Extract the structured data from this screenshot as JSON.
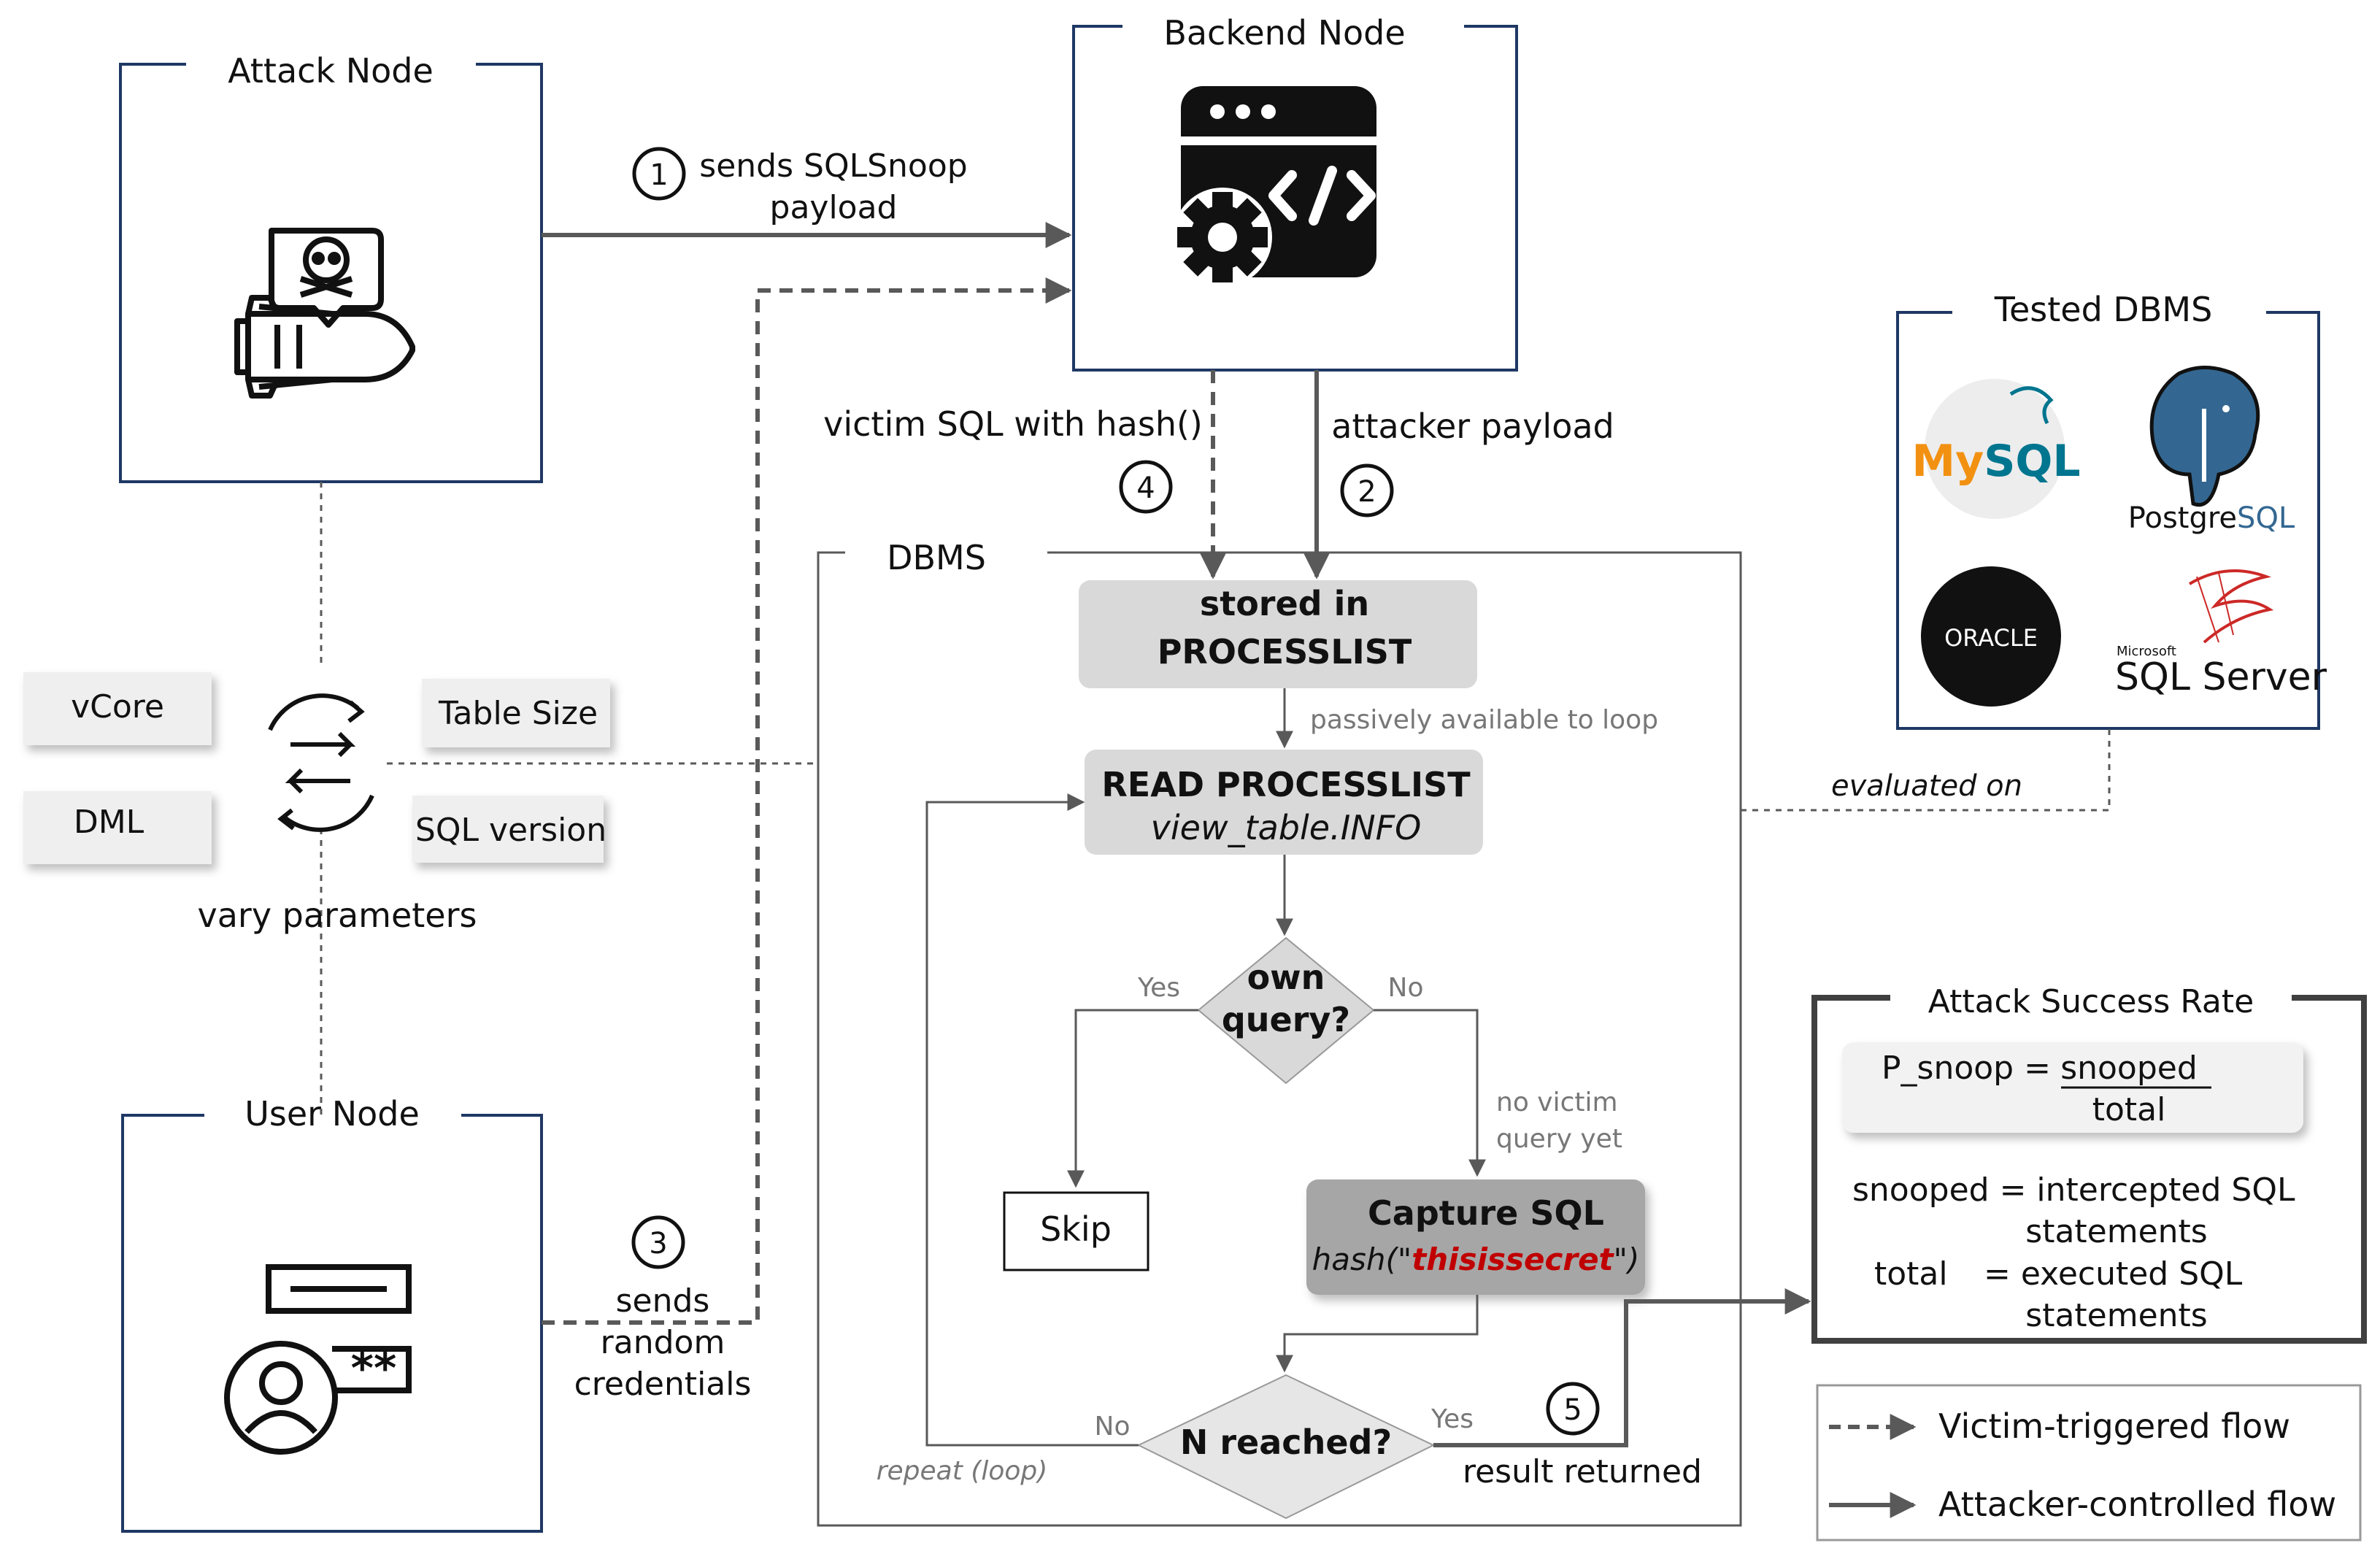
{
  "nodes": {
    "attack": "Attack Node",
    "backend": "Backend Node",
    "user": "User Node",
    "dbms": "DBMS",
    "tested_dbms": "Tested DBMS"
  },
  "edges": {
    "step1_line1": "sends SQLSnoop",
    "step1_line2": "payload",
    "step2": "attacker payload",
    "step3_line1": "sends",
    "step3_line2": "random",
    "step3_line3": "credentials",
    "step4": "victim SQL with hash()",
    "step5": "result returned",
    "evaluated_on": "evaluated on"
  },
  "step_numbers": {
    "s1": "1",
    "s2": "2",
    "s3": "3",
    "s4": "4",
    "s5": "5"
  },
  "parameters": {
    "vcore": "vCore",
    "dml": "DML",
    "table_size": "Table Size",
    "sql_version": "SQL version",
    "caption": "vary parameters"
  },
  "flow": {
    "stored_line1": "stored in",
    "stored_line2": "PROCESSLIST",
    "passive": "passively available to loop",
    "read_line1": "READ PROCESSLIST",
    "read_line2": "view_table.INFO",
    "own_line1": "own",
    "own_line2": "query?",
    "yes": "Yes",
    "no": "No",
    "no_victim_line1": "no victim",
    "no_victim_line2": "query yet",
    "skip": "Skip",
    "capture_line1": "Capture SQL",
    "capture_prefix": "hash(\"",
    "capture_secret": "thisissecret",
    "capture_suffix": "\")",
    "n_reached": "N reached?",
    "repeat": "repeat (loop)"
  },
  "dbms_logos": {
    "mysql": "MySQL",
    "postgres": "PostgreSQL",
    "oracle": "ORACLE",
    "sqlserver_small": "Microsoft",
    "sqlserver": "SQL Server"
  },
  "success_rate": {
    "title": "Attack Success Rate",
    "p_label": "P_snoop =",
    "numerator": "snooped",
    "denominator": "total",
    "def1_line1": "snooped = intercepted SQL",
    "def1_line2": "statements",
    "def2_label": "total",
    "def2_line1": "= executed SQL",
    "def2_line2": "statements"
  },
  "legend": {
    "victim": "Victim-triggered flow",
    "attacker": "Attacker-controlled flow"
  },
  "icons": {
    "attack_node": "skull-spaceship-icon",
    "backend_node": "code-gear-window-icon",
    "user_node": "user-credentials-icon",
    "parameters": "refresh-swap-icon"
  },
  "colors": {
    "line": "#595959",
    "box_border": "#1f3864",
    "panel_fill": "#d9d9d9",
    "capture_fill": "#a6a6a6",
    "secret_red": "#c00000",
    "mysql_blue": "#00758f",
    "mysql_orange": "#f29111",
    "postgres_blue": "#336791"
  }
}
